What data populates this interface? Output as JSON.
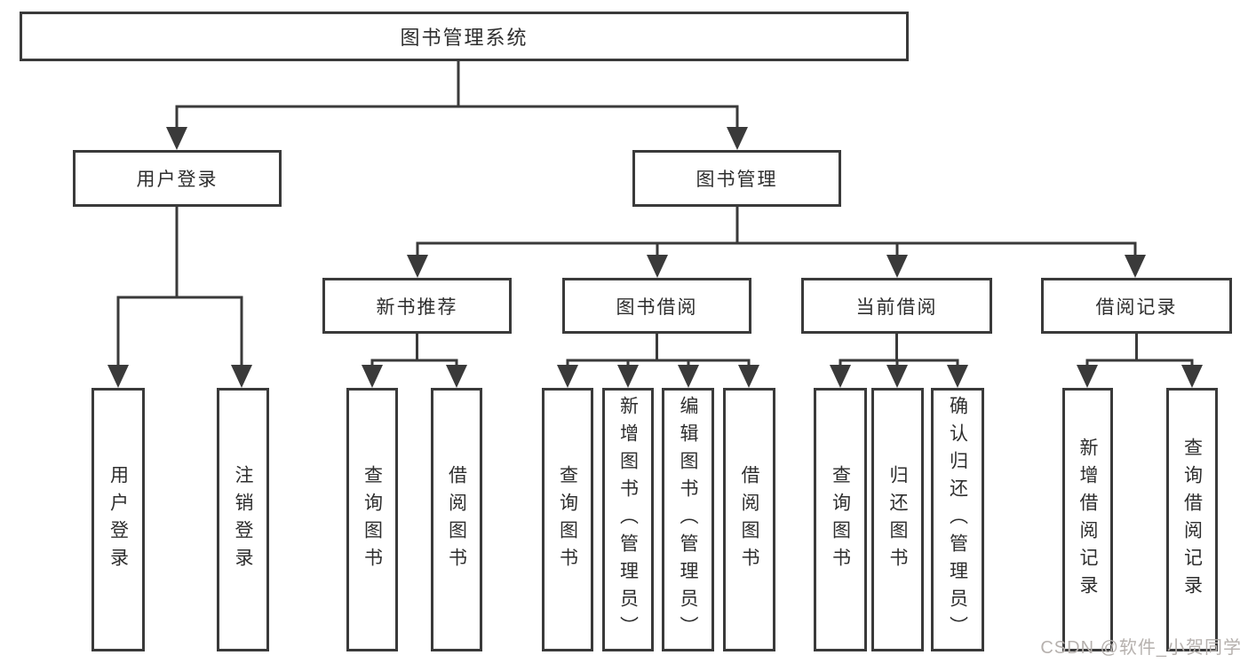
{
  "diagram": {
    "root": {
      "label": "图书管理系统"
    },
    "level2": [
      {
        "label": "用户登录"
      },
      {
        "label": "图书管理"
      }
    ],
    "level3": [
      {
        "label": "新书推荐",
        "parent": "图书管理"
      },
      {
        "label": "图书借阅",
        "parent": "图书管理"
      },
      {
        "label": "当前借阅",
        "parent": "图书管理"
      },
      {
        "label": "借阅记录",
        "parent": "图书管理"
      }
    ],
    "leaves": [
      {
        "label": "用户登录",
        "parent": "用户登录"
      },
      {
        "label": "注销登录",
        "parent": "用户登录"
      },
      {
        "label": "查询图书",
        "parent": "新书推荐"
      },
      {
        "label": "借阅图书",
        "parent": "新书推荐"
      },
      {
        "label": "查询图书",
        "parent": "图书借阅"
      },
      {
        "label": "新增图书（管理员）",
        "parent": "图书借阅"
      },
      {
        "label": "编辑图书（管理员）",
        "parent": "图书借阅"
      },
      {
        "label": "借阅图书",
        "parent": "图书借阅"
      },
      {
        "label": "查询图书",
        "parent": "当前借阅"
      },
      {
        "label": "归还图书",
        "parent": "当前借阅"
      },
      {
        "label": "确认归还（管理员）",
        "parent": "当前借阅"
      },
      {
        "label": "新增借阅记录",
        "parent": "借阅记录"
      },
      {
        "label": "查询借阅记录",
        "parent": "借阅记录"
      }
    ]
  },
  "watermark": {
    "text": "CSDN @软件_小贺同学"
  },
  "colors": {
    "line": "#3a3a3a",
    "text": "#2e2e2e",
    "background": "#ffffff",
    "watermark": "#b6b1ae"
  }
}
